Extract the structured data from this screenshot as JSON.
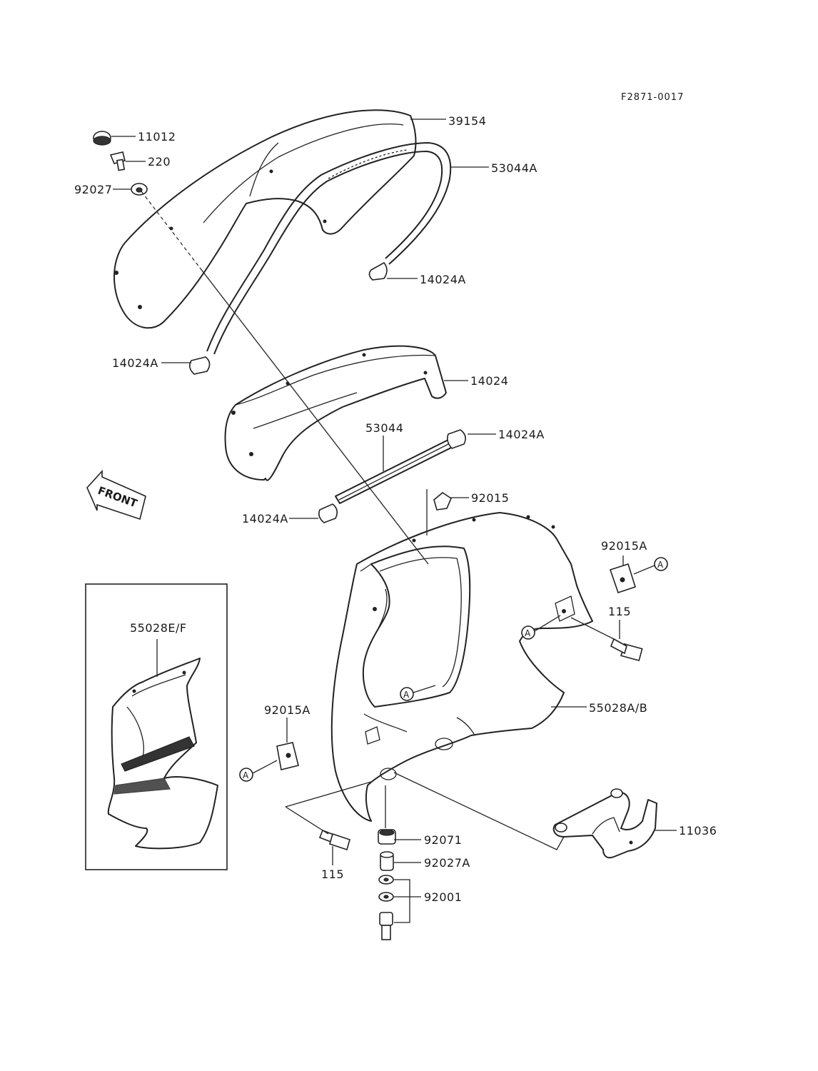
{
  "diagram_code": "F2871-0017",
  "front_marker": "FRONT",
  "reference_mark": "A",
  "parts": {
    "windshield": "39154",
    "trim_upper": "53044A",
    "nut": "11012",
    "screw_220": "220",
    "grommet_upper": "92027",
    "cap_right_upper": "14024A",
    "cap_left_upper": "14024A",
    "meter_cover": "14024",
    "trim_lower": "53044",
    "cap_right_lower": "14024A",
    "cap_left_lower": "14024A",
    "nut_top": "92015",
    "nut_right": "92015A",
    "bolt_right": "115",
    "cowling": "55028A/B",
    "nut_left": "92015A",
    "bolt_left": "115",
    "grommet_92071": "92071",
    "collar": "92027A",
    "washer": "92001",
    "bracket": "11036",
    "inset_cowling": "55028E/F"
  }
}
